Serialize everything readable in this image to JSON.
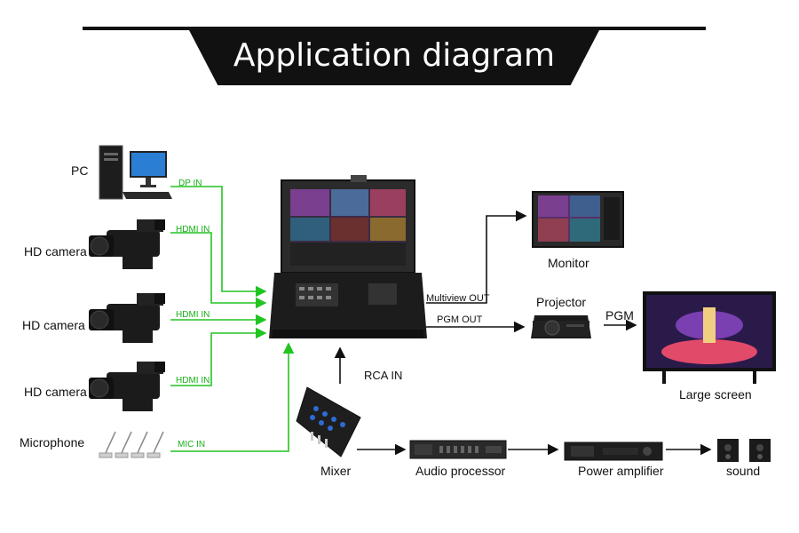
{
  "title": "Application diagram",
  "sources": [
    {
      "label": "PC",
      "port": "DP IN",
      "icon": "pc-icon"
    },
    {
      "label": "HD camera",
      "port": "HDMI IN",
      "icon": "camera-icon"
    },
    {
      "label": "HD camera",
      "port": "HDMI IN",
      "icon": "camera-icon"
    },
    {
      "label": "HD camera",
      "port": "HDMI IN",
      "icon": "camera-icon"
    },
    {
      "label": "Microphone",
      "port": "MIC IN",
      "icon": "microphone-icon"
    }
  ],
  "outputs": {
    "multiview": "Multiview OUT",
    "pgm_out": "PGM OUT",
    "rca_in": "RCA IN",
    "pgm": "PGM"
  },
  "devices": {
    "monitor": "Monitor",
    "projector": "Projector",
    "large_screen": "Large screen",
    "mixer": "Mixer",
    "audio_processor": "Audio processor",
    "power_amplifier": "Power amplifier",
    "sound": "sound"
  },
  "colors": {
    "input_line": "#22c422",
    "output_line": "#111111",
    "banner": "#111111"
  }
}
